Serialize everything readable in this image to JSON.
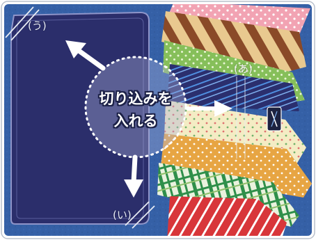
{
  "labels": {
    "a": "(あ)",
    "u": "(う)",
    "i": "(い)"
  },
  "instruction": {
    "line1": "切り込みを",
    "line2": "入れる"
  },
  "colors": {
    "navy_panel": "#2b2e6b",
    "blue_background": "#3560a6",
    "arrow": "#ffffff",
    "tie_pink": "#f2a3b3",
    "tie_brown": "#8a4a28",
    "tie_green": "#86bf5a",
    "tie_cream": "#f4ecc4",
    "tie_orange": "#e7a543",
    "tie_green_stripe": "#2f8f4a",
    "tie_red": "#d8363a"
  },
  "icons": [
    "arrow-upper-left-icon",
    "arrow-down-icon",
    "arrow-right-icon",
    "dashed-circle-icon"
  ]
}
